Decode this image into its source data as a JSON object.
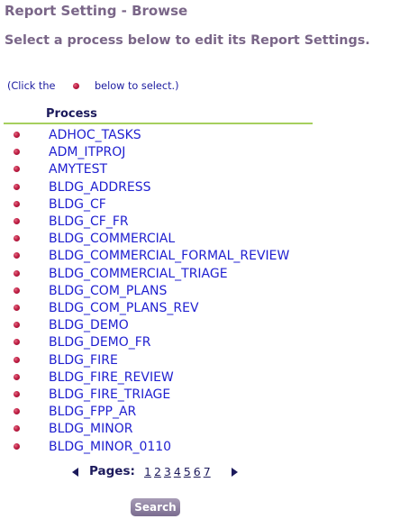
{
  "page": {
    "title": "Report Setting - Browse",
    "subtitle": "Select a process below to edit its Report Settings."
  },
  "hint": {
    "lead": "(Click the",
    "trail": "below to select.)",
    "icon": "bullet-icon"
  },
  "table": {
    "header": "Process",
    "accent_color": "#a6cf5e",
    "bullet_color": "#c21f45",
    "rows": [
      "ADHOC_TASKS",
      "ADM_ITPROJ",
      "AMYTEST",
      "BLDG_ADDRESS",
      "BLDG_CF",
      "BLDG_CF_FR",
      "BLDG_COMMERCIAL",
      "BLDG_COMMERCIAL_FORMAL_REVIEW",
      "BLDG_COMMERCIAL_TRIAGE",
      "BLDG_COM_PLANS",
      "BLDG_COM_PLANS_REV",
      "BLDG_DEMO",
      "BLDG_DEMO_FR",
      "BLDG_FIRE",
      "BLDG_FIRE_REVIEW",
      "BLDG_FIRE_TRIAGE",
      "BLDG_FPP_AR",
      "BLDG_MINOR",
      "BLDG_MINOR_0110"
    ]
  },
  "pager": {
    "label": "Pages:",
    "pages": [
      "1",
      "2",
      "3",
      "4",
      "5",
      "6",
      "7"
    ]
  },
  "search": {
    "label": "Search"
  }
}
